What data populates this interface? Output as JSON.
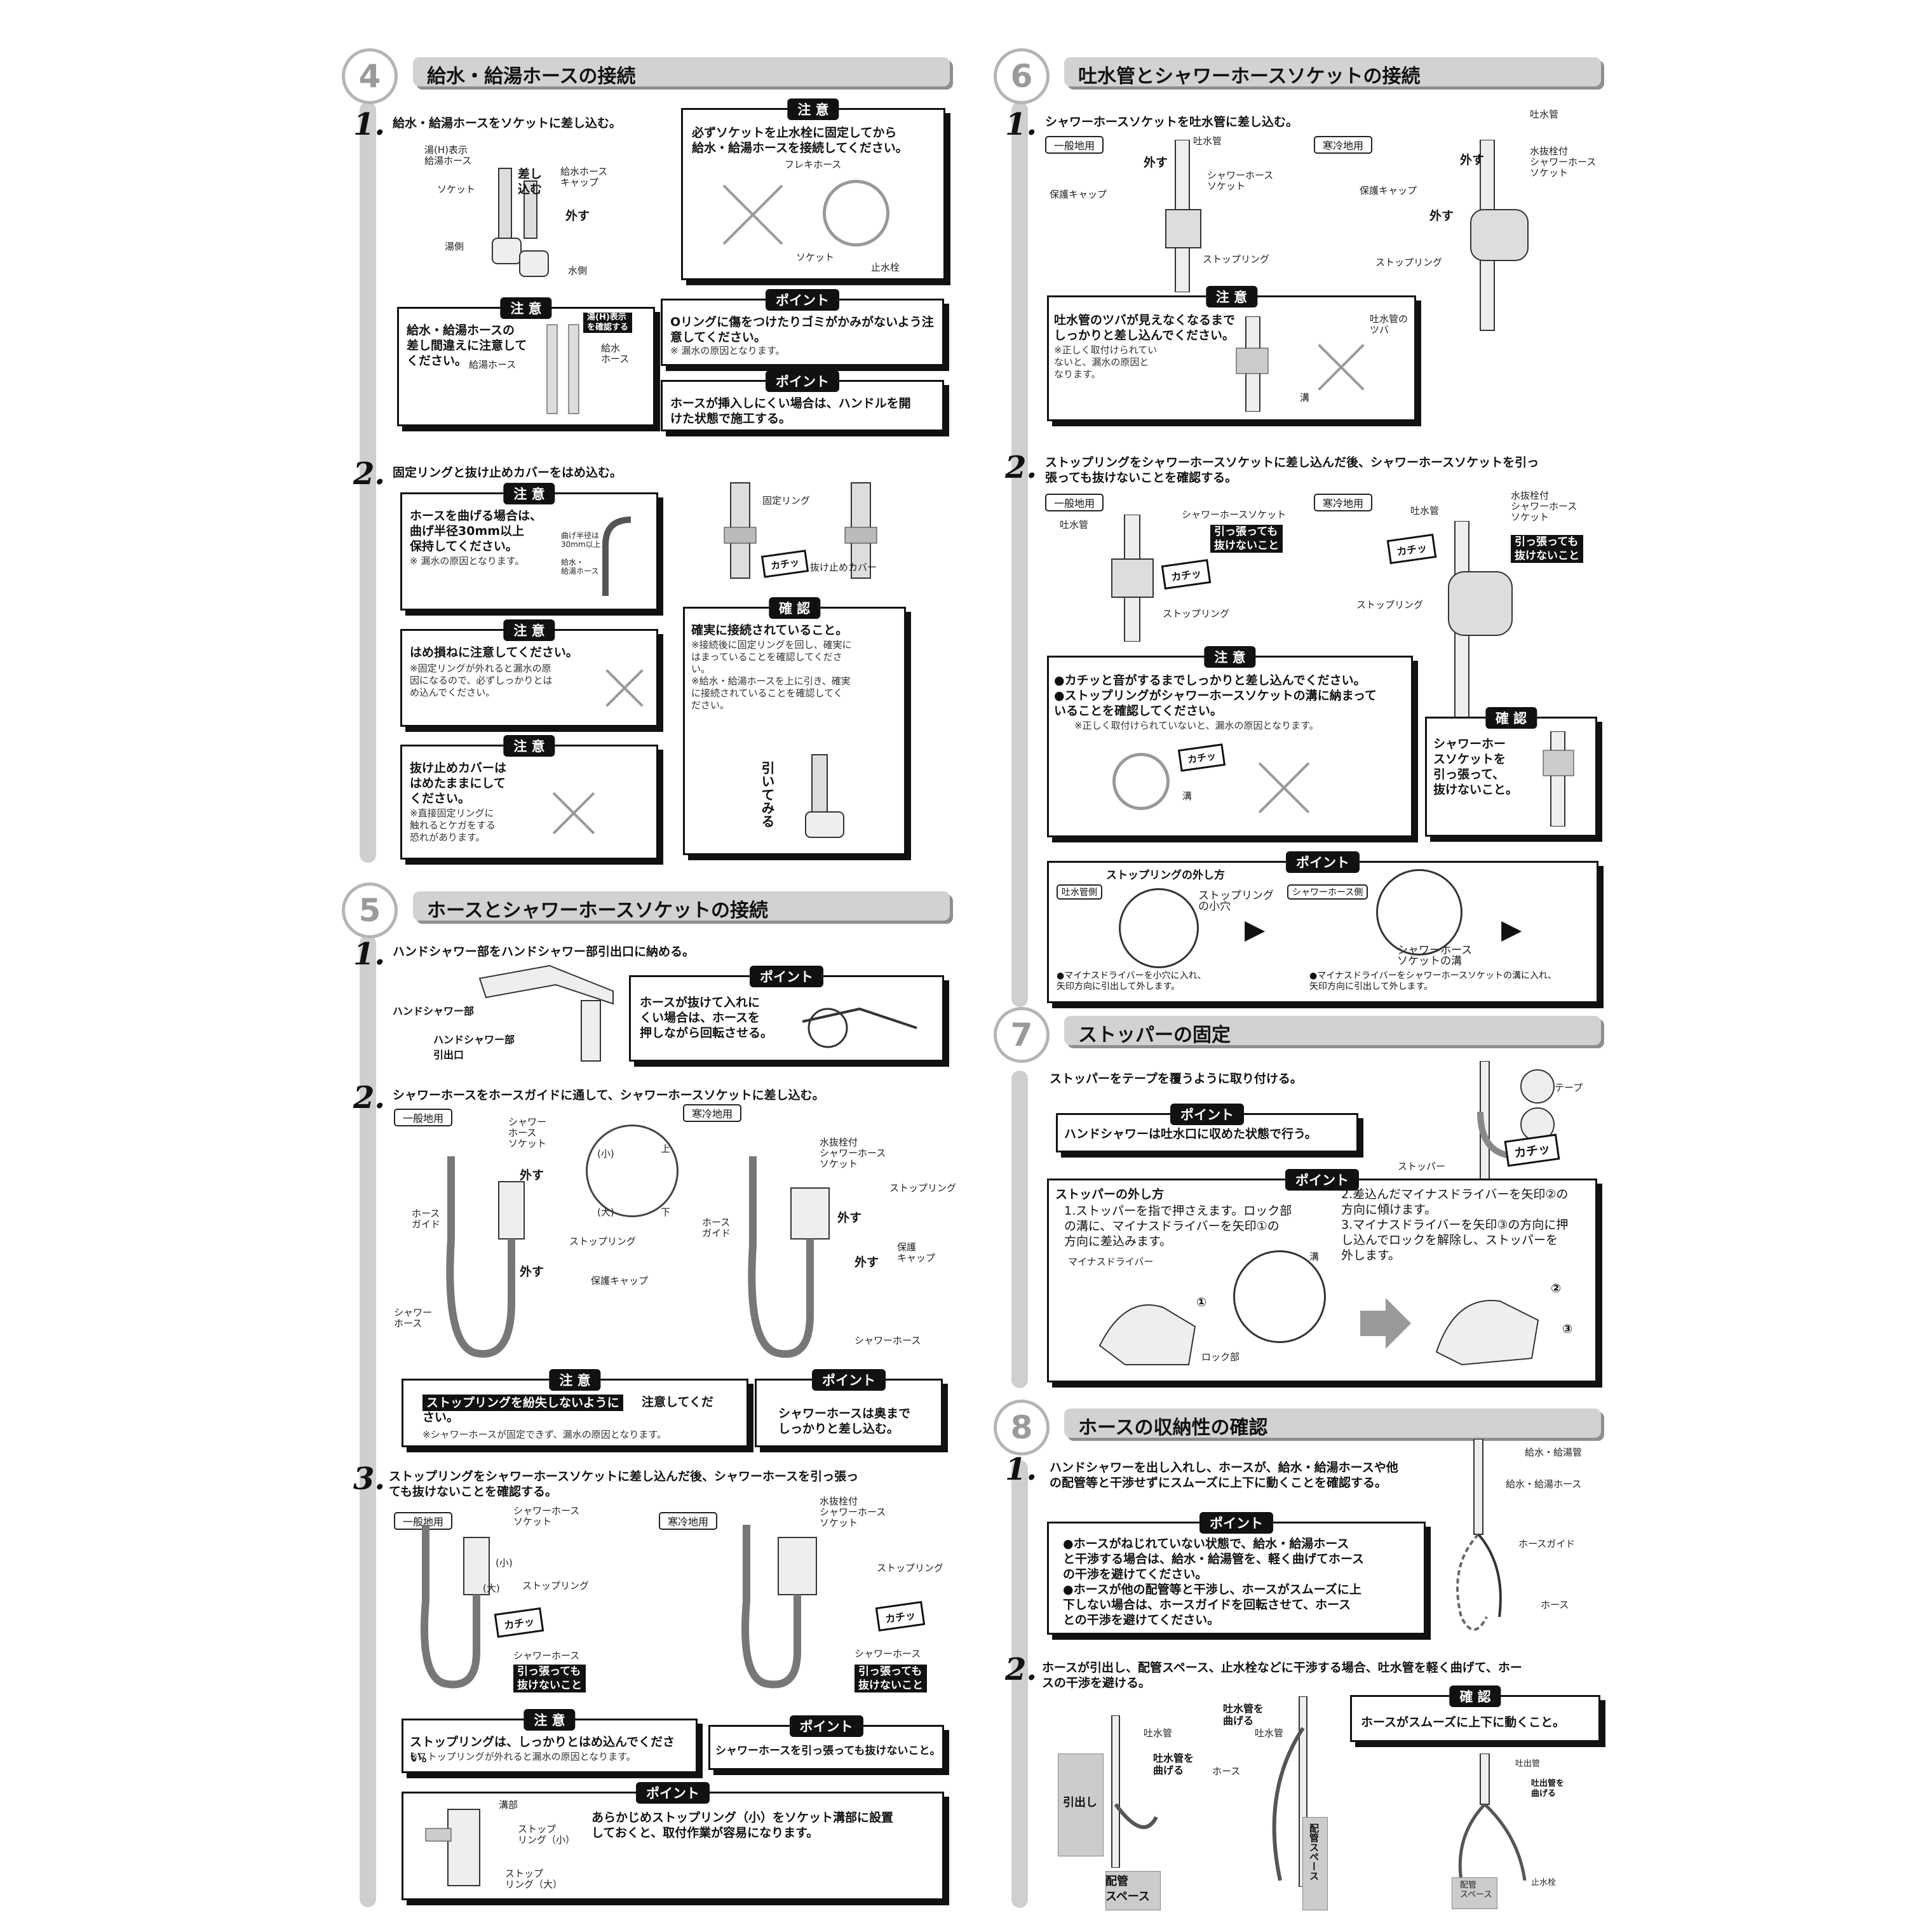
{
  "s4": {
    "num": "4",
    "title": "給水・給湯ホースの接続",
    "step1": {
      "no": "1.",
      "text": "給水・給湯ホースをソケットに差し込む。",
      "labels": {
        "hot_indicator": "湯(H)表示\n給湯ホース",
        "socket": "ソケット",
        "insert": "差し\n込む",
        "cap": "給水ホース\nキャップ",
        "remove": "外す",
        "hot_side": "湯側",
        "water_side": "水側"
      },
      "caution1": {
        "badge": "注 意",
        "text": "必ずソケットを止水栓に固定してから\n給水・給湯ホースを接続してください。",
        "flex": "フレキホース",
        "socket": "ソケット",
        "valve": "止水栓"
      },
      "caution2": {
        "badge": "注 意",
        "text": "給水・給湯ホースの\n差し間違えに注意して\nください。",
        "confirm": "湯(H)表示\nを確認する",
        "hot_hose": "給湯ホース",
        "water_hose": "給水\nホース"
      },
      "point1": {
        "badge": "ポイント",
        "text": "Oリングに傷をつけたりゴミがかみがないよう注\n意してください。",
        "note": "※ 漏水の原因となります。"
      },
      "point2": {
        "badge": "ポイント",
        "text": "ホースが挿入しにくい場合は、ハンドルを開\nけた状態で施工する。"
      }
    },
    "step2": {
      "no": "2.",
      "text": "固定リングと抜け止めカバーをはめ込む。",
      "caution1": {
        "badge": "注 意",
        "text": "ホースを曲げる場合は、\n曲げ半径30mm以上\n保持してください。",
        "note": "※ 漏水の原因となります。",
        "radius": "曲げ半径は\n30mm以上",
        "hose": "給水・\n給湯ホース"
      },
      "caution2": {
        "badge": "注 意",
        "text": "はめ損ねに注意してください。",
        "note": "※固定リングが外れると漏水の原\n  因になるので、必ずしっかりとは\n  め込んでください。"
      },
      "caution3": {
        "badge": "注 意",
        "text": "抜け止めカバーは\nはめたままにして\nください。",
        "note": "※直接固定リングに\n  触れるとケガをする\n  恐れがあります。"
      },
      "labels": {
        "fix_ring": "固定リング",
        "click": "カチッ",
        "cover": "抜け止めカバー"
      },
      "confirm": {
        "badge": "確 認",
        "text": "確実に接続されていること。",
        "note": "※接続後に固定リングを回し、確実に\n  はまっていることを確認してくださ\n  い。\n※給水・給湯ホースを上に引き、確実\n  に接続されていることを確認してく\n  ださい。",
        "pull": "引いてみる"
      }
    }
  },
  "s5": {
    "num": "5",
    "title": "ホースとシャワーホースソケットの接続",
    "step1": {
      "no": "1.",
      "text": "ハンドシャワー部をハンドシャワー部引出口に納める。",
      "label1": "ハンドシャワー部",
      "label2": "ハンドシャワー部\n引出口",
      "point": {
        "badge": "ポイント",
        "text": "ホースが抜けて入れに\nくい場合は、ホースを\n押しながら回転させる。"
      }
    },
    "step2": {
      "no": "2.",
      "text": "シャワーホースをホースガイドに通して、シャワーホースソケットに差し込む。",
      "tag_general": "一般地用",
      "tag_cold": "寒冷地用",
      "labels": {
        "socket": "シャワー\nホース\nソケット",
        "remove": "外す",
        "guide": "ホース\nガイド",
        "ring": "ストップリング",
        "cap": "保護キャップ",
        "hose": "シャワー\nホース",
        "small": "(小)",
        "top": "上",
        "large": "(大)",
        "bottom": "下",
        "drain_socket": "水抜栓付\nシャワーホース\nソケット",
        "guide2": "ホース\nガイド",
        "ring2": "ストップリング",
        "cap2": "保護\nキャップ",
        "hose2": "シャワーホース",
        "remove2": "外す"
      },
      "caution": {
        "badge": "注 意",
        "highlight": "ストップリングを紛失しないように",
        "text": "注意してくだ\nさい。",
        "note": "※シャワーホースが固定できず、漏水の原因となります。"
      },
      "point": {
        "badge": "ポイント",
        "text": "シャワーホースは奥まで\nしっかりと差し込む。"
      }
    },
    "step3": {
      "no": "3.",
      "text": "ストップリングをシャワーホースソケットに差し込んだ後、シャワーホースを引っ張っ\nても抜けないことを確認する。",
      "tag_general": "一般地用",
      "tag_cold": "寒冷地用",
      "labels": {
        "socket": "シャワーホース\nソケット",
        "small": "(小)",
        "large": "(大)",
        "ring": "ストップリング",
        "click": "カチッ",
        "hose": "シャワーホース",
        "pull": "引っ張っても\n抜けないこと",
        "drain_socket": "水抜栓付\nシャワーホース\nソケット",
        "ring2": "ストップリング",
        "click2": "カチッ",
        "hose2": "シャワーホース",
        "pull2": "引っ張っても\n抜けないこと"
      },
      "caution": {
        "badge": "注 意",
        "text": "ストップリングは、しっかりとはめ込んでください。",
        "note": "※ストップリングが外れると漏水の原因となります。"
      },
      "point": {
        "badge": "ポイント",
        "text": "シャワーホースを引っ張っても抜けないこと。"
      },
      "point2": {
        "badge": "ポイント",
        "text": "あらかじめストップリング（小）をソケット溝部に設置\nしておくと、取付作業が容易になります。",
        "groove": "溝部",
        "small": "ストップ\nリング（小）",
        "large": "ストップ\nリング（大）"
      }
    }
  },
  "s6": {
    "num": "6",
    "title": "吐水管とシャワーホースソケットの接続",
    "step1": {
      "no": "1.",
      "text": "シャワーホースソケットを吐水管に差し込む。",
      "tag_general": "一般地用",
      "tag_cold": "寒冷地用",
      "labels": {
        "spout": "吐水管",
        "remove": "外す",
        "socket": "シャワーホース\nソケット",
        "cap": "保護キャップ",
        "ring": "ストップリング",
        "spout2": "吐水管",
        "remove2": "外す",
        "drain_socket": "水抜栓付\nシャワーホース\nソケット",
        "cap2": "保護キャップ",
        "remove3": "外す",
        "ring2": "ストップリング"
      },
      "caution": {
        "badge": "注 意",
        "text": "吐水管のツバが見えなくなるまで\nしっかりと差し込んでください。",
        "note": "※正しく取付けられてい\n  ないと、漏水の原因と\n  なります。",
        "flange": "吐水管のツバ",
        "groove": "溝"
      }
    },
    "step2": {
      "no": "2.",
      "text": "ストップリングをシャワーホースソケットに差し込んだ後、シャワーホースソケットを引っ\n張っても抜けないことを確認する。",
      "tag_general": "一般地用",
      "tag_cold": "寒冷地用",
      "labels": {
        "socket": "シャワーホースソケット",
        "spout": "吐水管",
        "pull": "引っ張っても\n抜けないこと",
        "click": "カチッ",
        "ring": "ストップリング",
        "spout2": "吐水管",
        "drain_socket": "水抜栓付\nシャワーホース\nソケット",
        "pull2": "引っ張っても\n抜けないこと",
        "click2": "カチッ",
        "ring2": "ストップリング"
      },
      "caution": {
        "badge": "注 意",
        "text": "●カチッと音がするまでしっかりと差し込んでください。\n●ストップリングがシャワーホースソケットの溝に納まって\n  いることを確認してください。",
        "note": "※正しく取付けられていないと、漏水の原因となります。",
        "click": "カチッ",
        "groove": "溝"
      },
      "confirm": {
        "badge": "確 認",
        "text": "シャワーホー\nスソケットを\n引っ張って、\n抜けないこと。"
      },
      "point": {
        "badge": "ポイント",
        "heading": "ストップリングの外し方",
        "tag_spout": "吐水管側",
        "tag_hose": "シャワーホース側",
        "hole": "ストップリング\nの小穴",
        "groove": "シャワーホース\nソケットの溝",
        "note1": "●マイナスドライバーを小穴に入れ、\n  矢印方向に引出して外します。",
        "note2": "●マイナスドライバーをシャワーホースソケットの溝に入れ、\n  矢印方向に引出して外します。"
      }
    }
  },
  "s7": {
    "num": "7",
    "title": "ストッパーの固定",
    "text": "ストッパーをテープを覆うように取り付ける。",
    "tape": "テープ",
    "stopper": "ストッパー",
    "click": "カチッ",
    "point1": {
      "badge": "ポイント",
      "text": "ハンドシャワーは吐水口に収めた状態で行う。"
    },
    "point2": {
      "badge": "ポイント",
      "heading": "ストッパーの外し方",
      "left": "1.ストッパーを指で押さえます。ロック部\n  の溝に、マイナスドライバーを矢印①の\n  方向に差込みます。",
      "right": "2.差込んだマイナスドライバーを矢印②の\n  方向に傾けます。\n3.マイナスドライバーを矢印③の方向に押\n  し込んでロックを解除し、ストッパーを\n  外します。",
      "driver": "マイナスドライバー",
      "groove": "溝",
      "lock": "ロック部",
      "m1": "①",
      "m2": "②",
      "m3": "③"
    }
  },
  "s8": {
    "num": "8",
    "title": "ホースの収納性の確認",
    "step1": {
      "no": "1.",
      "text": "ハンドシャワーを出し入れし、ホースが、給水・給湯ホースや他\nの配管等と干渉せずにスムーズに上下に動くことを確認する。",
      "labels": {
        "pipe": "給水・給湯管",
        "hose_hw": "給水・給湯ホース",
        "guide": "ホースガイド",
        "hose": "ホース"
      },
      "point": {
        "badge": "ポイント",
        "text": "●ホースがねじれていない状態で、給水・給湯ホース\n  と干渉する場合は、給水・給湯管を、軽く曲げてホース\n  の干渉を避けてください。\n●ホースが他の配管等と干渉し、ホースがスムーズに上\n  下しない場合は、ホースガイドを回転させて、ホース\n  との干渉を避けてください。"
      }
    },
    "step2": {
      "no": "2.",
      "text": "ホースが引出し、配管スペース、止水栓などに干渉する場合、吐水管を軽く曲げて、ホー\nスの干渉を避ける。",
      "labels": {
        "drawer": "引出し",
        "pipe_space": "配管\nスペース",
        "spout": "吐水管",
        "bend": "吐水管を\n曲げる",
        "hose": "ホース",
        "spout2": "吐水管",
        "bend2": "吐水管を\n曲げる",
        "pipe_space2": "配管スペース",
        "spout3": "吐出管",
        "bend3": "吐出管を\n曲げる",
        "pipe_space3": "配管\nスペース",
        "valve": "止水栓"
      },
      "confirm": {
        "badge": "確 認",
        "text": "ホースがスムーズに上下に動くこと。"
      }
    }
  }
}
